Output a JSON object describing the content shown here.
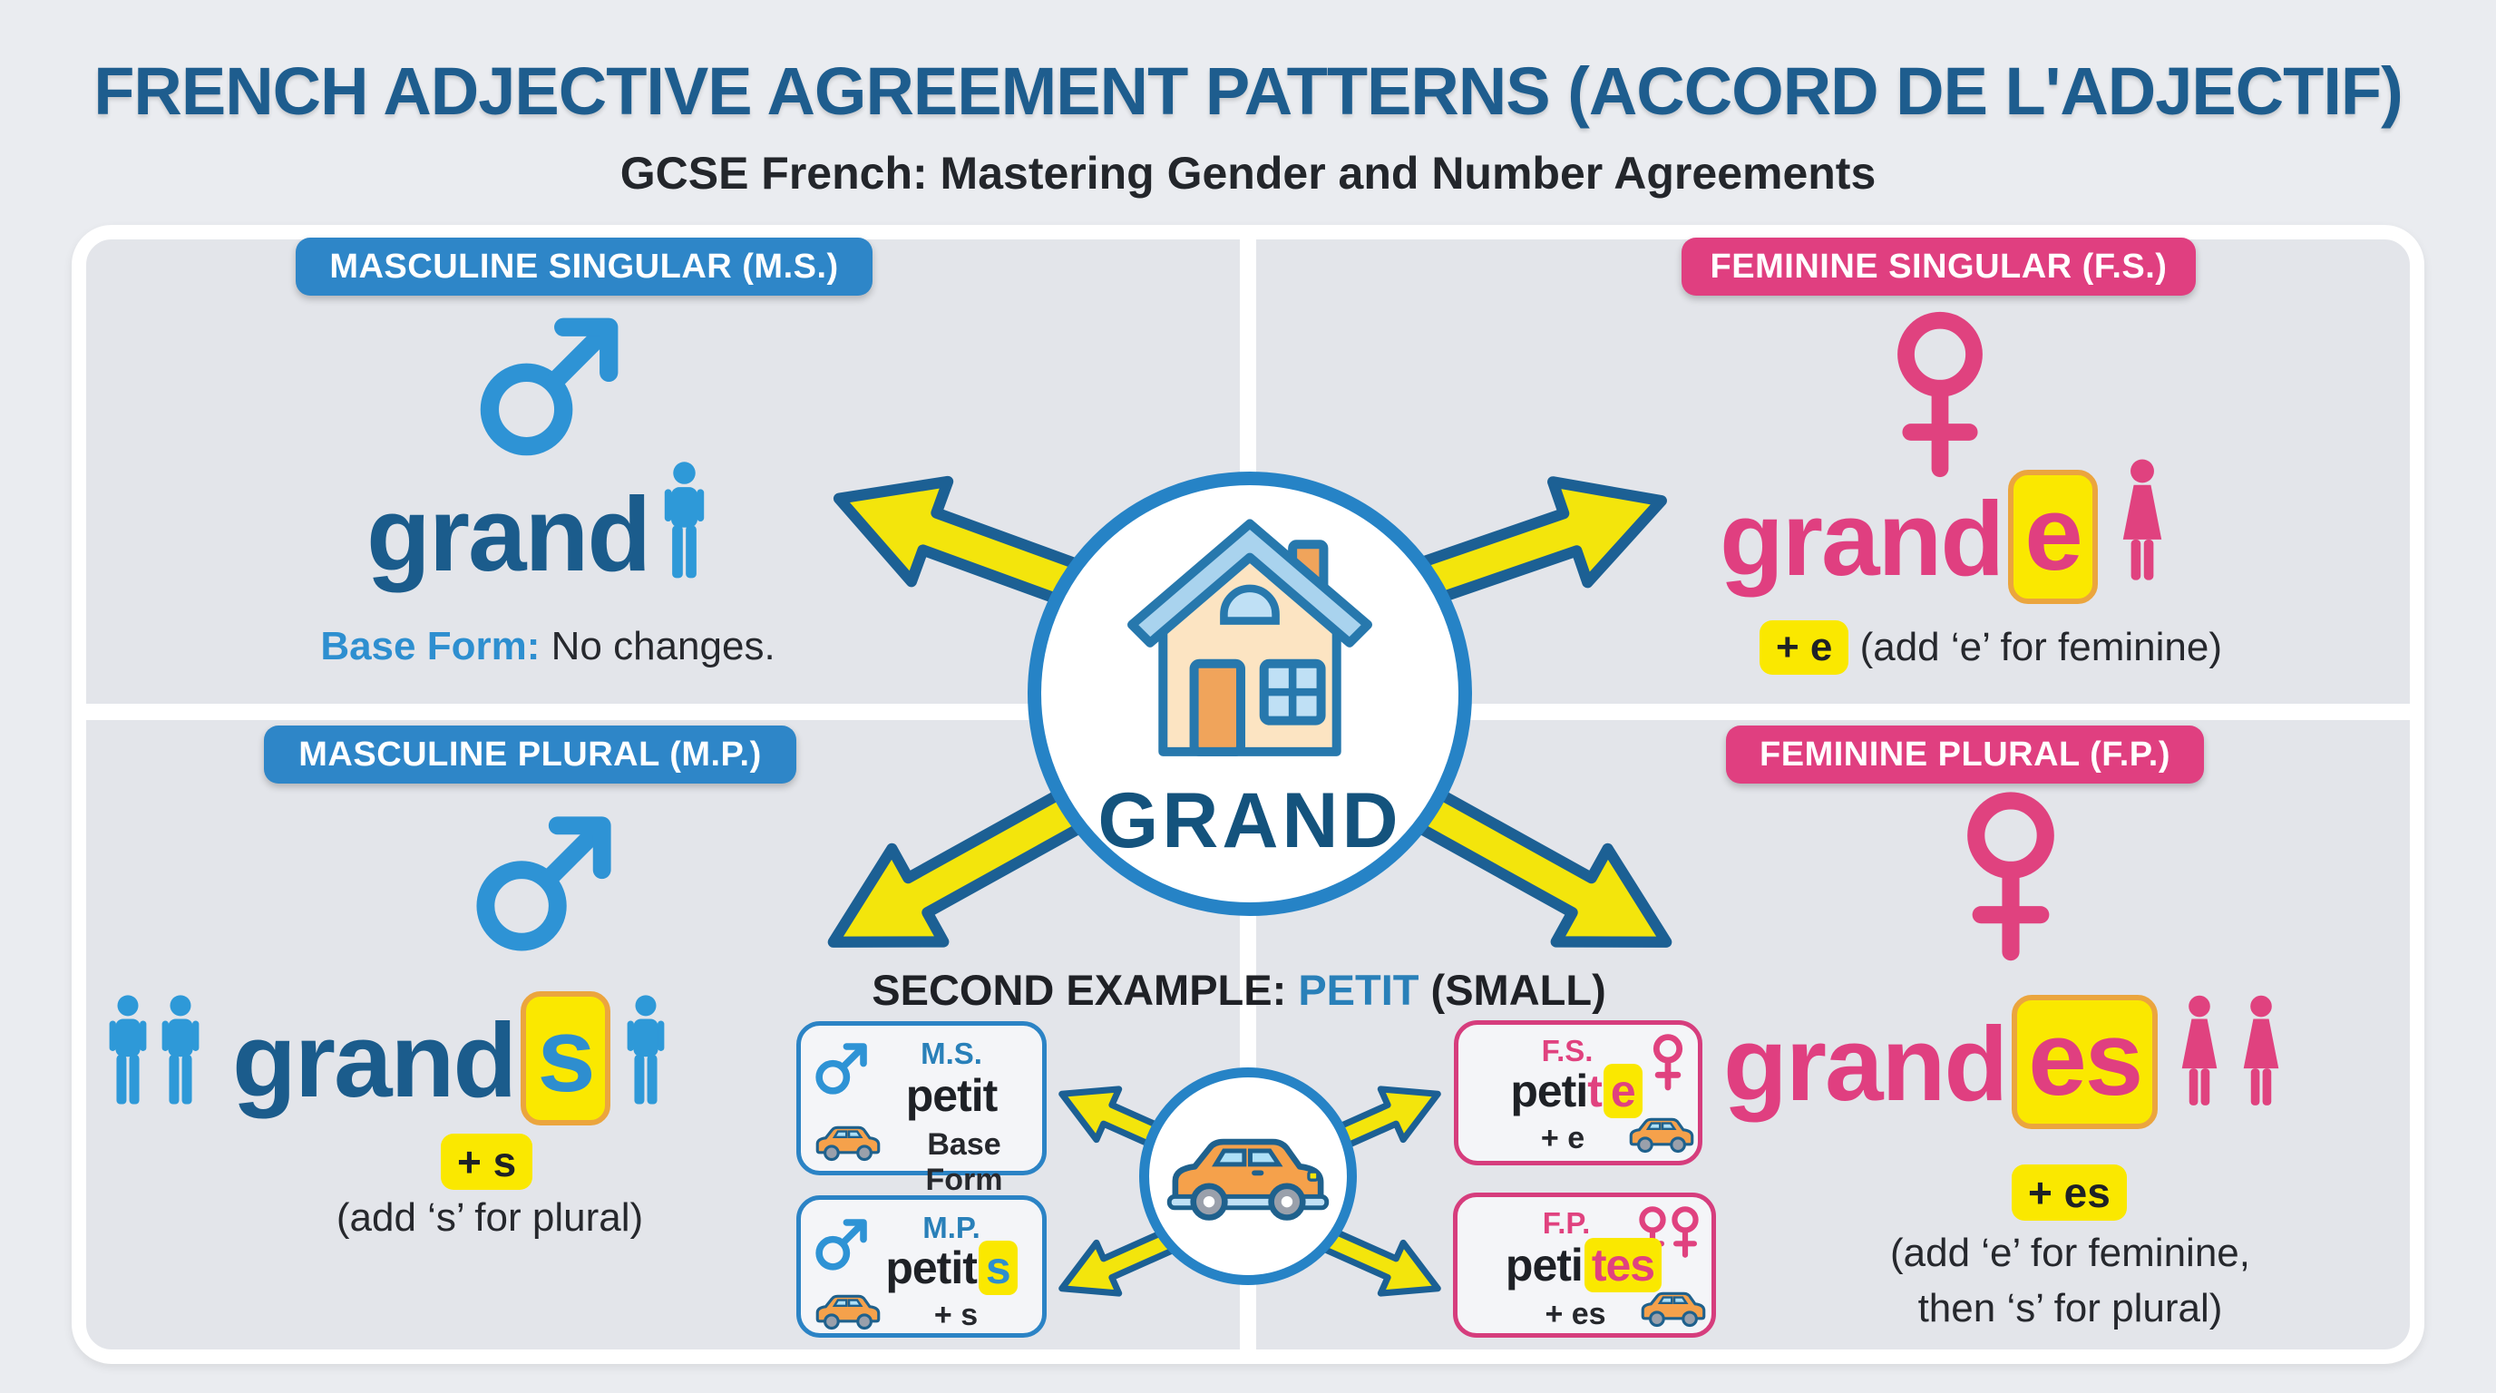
{
  "title": "FRENCH ADJECTIVE AGREEMENT PATTERNS (ACCORD DE L'ADJECTIF)",
  "subtitle": "GCSE French: Mastering Gender and Number Agreements",
  "colors": {
    "accent_blue": "#2e86c8",
    "accent_pink": "#e03f80",
    "dark_blue_text": "#1b5c8c",
    "light_blue_icon": "#2e93d5",
    "highlight_yellow": "#fae800",
    "highlight_border_orange": "#eba53e",
    "arrow_yellow": "#f3e50c",
    "arrow_outline": "#1c6094",
    "panel_bg": "#e3e5ea",
    "page_bg": "#eaecf0"
  },
  "quadrants": {
    "ms": {
      "badge": "MASCULINE SINGULAR (M.S.)",
      "word_base": "grand",
      "rule_label": "Base Form:",
      "rule_text": " No changes."
    },
    "fs": {
      "badge": "FEMININE SINGULAR (F.S.)",
      "word_base": "grand",
      "word_suffix": "e",
      "rule_plus": "+ e",
      "rule_text": " (add ‘e’ for feminine)"
    },
    "mp": {
      "badge": "MASCULINE PLURAL (M.P.)",
      "word_base": "grand",
      "word_suffix": "s",
      "rule_plus": "+ s",
      "rule_text": "(add ‘s’ for plural)"
    },
    "fp": {
      "badge": "FEMININE PLURAL (F.P.)",
      "word_base": "grand",
      "word_suffix": "es",
      "rule_plus": "+ es",
      "rule_text_line1": "(add ‘e’ for feminine,",
      "rule_text_line2": "then ‘s’ for plural)"
    }
  },
  "center": {
    "word": "GRAND"
  },
  "example2": {
    "heading_prefix": "SECOND EXAMPLE: ",
    "heading_word": "PETIT",
    "heading_suffix": " (SMALL)",
    "ms": {
      "label": "M.S.",
      "word": "petit",
      "note": "Base Form"
    },
    "fs": {
      "label": "F.S.",
      "word_base": "peti",
      "word_mid": "t",
      "word_suffix": "e",
      "note": "+ e"
    },
    "mp": {
      "label": "M.P.",
      "word_base": "petit",
      "word_suffix": "s",
      "note": "+ s"
    },
    "fp": {
      "label": "F.P.",
      "word_base": "peti",
      "word_suffix": "tes",
      "note": "+ es"
    }
  }
}
